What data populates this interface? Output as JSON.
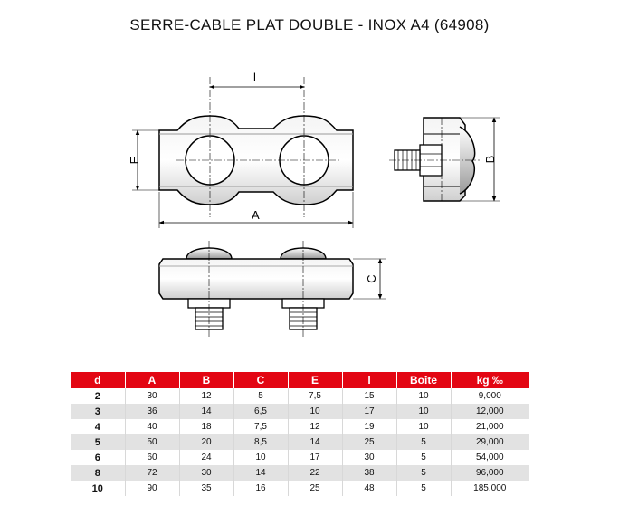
{
  "title": "SERRE-CABLE PLAT DOUBLE - INOX A4 (64908)",
  "drawing_labels": {
    "l": "l",
    "E": "E",
    "A": "A",
    "B": "B",
    "C": "C"
  },
  "table": {
    "headers": [
      "d",
      "A",
      "B",
      "C",
      "E",
      "l",
      "Boîte",
      "kg ‰"
    ],
    "rows": [
      [
        "2",
        "30",
        "12",
        "5",
        "7,5",
        "15",
        "10",
        "9,000"
      ],
      [
        "3",
        "36",
        "14",
        "6,5",
        "10",
        "17",
        "10",
        "12,000"
      ],
      [
        "4",
        "40",
        "18",
        "7,5",
        "12",
        "19",
        "10",
        "21,000"
      ],
      [
        "5",
        "50",
        "20",
        "8,5",
        "14",
        "25",
        "5",
        "29,000"
      ],
      [
        "6",
        "60",
        "24",
        "10",
        "17",
        "30",
        "5",
        "54,000"
      ],
      [
        "8",
        "72",
        "30",
        "14",
        "22",
        "38",
        "5",
        "96,000"
      ],
      [
        "10",
        "90",
        "35",
        "16",
        "25",
        "48",
        "5",
        "185,000"
      ]
    ]
  },
  "colors": {
    "header_bg": "#e30613",
    "header_text": "#ffffff",
    "row_shade": "#e2e2e2"
  }
}
